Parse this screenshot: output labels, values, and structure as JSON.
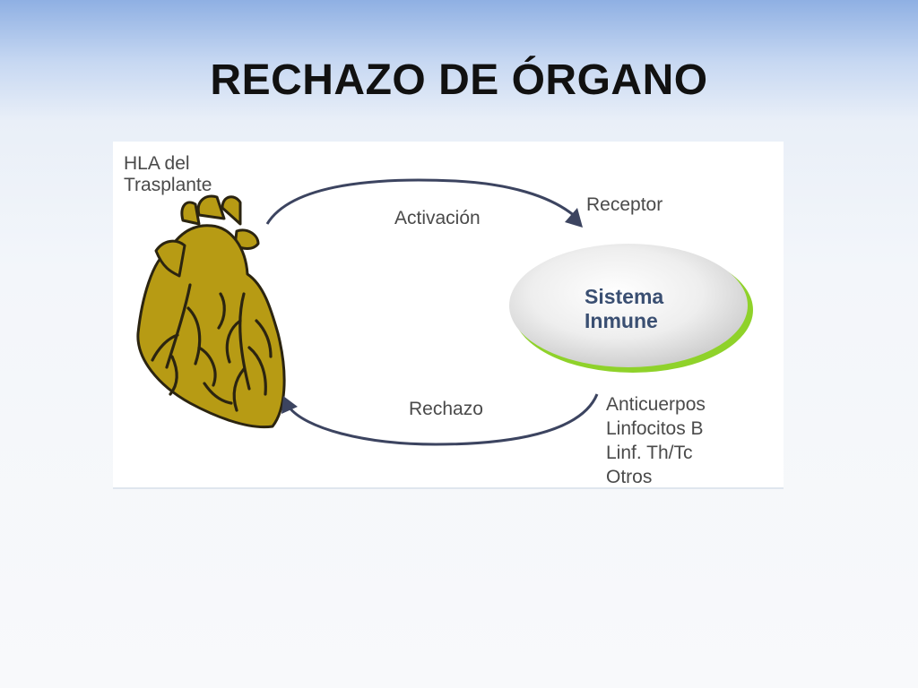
{
  "slide": {
    "title": "RECHAZO DE ÓRGANO"
  },
  "diagram": {
    "graft_label_line1": "HLA del",
    "graft_label_line2": "Trasplante",
    "activation_label": "Activación",
    "receptor_label": "Receptor",
    "immune_line1": "Sistema",
    "immune_line2": "Inmune",
    "rejection_label": "Rechazo",
    "effectors": [
      "Anticuerpos",
      "Linfocitos B",
      "Linf.  Th/Tc",
      "Otros"
    ]
  },
  "colors": {
    "heart_fill": "#b79b14",
    "heart_vessels": "#2b2410",
    "arrow_stroke": "#3c4460",
    "immune_text": "#3a4f72",
    "immune_rim": "#8fd22a"
  },
  "icons": {
    "organ": "heart-icon"
  }
}
